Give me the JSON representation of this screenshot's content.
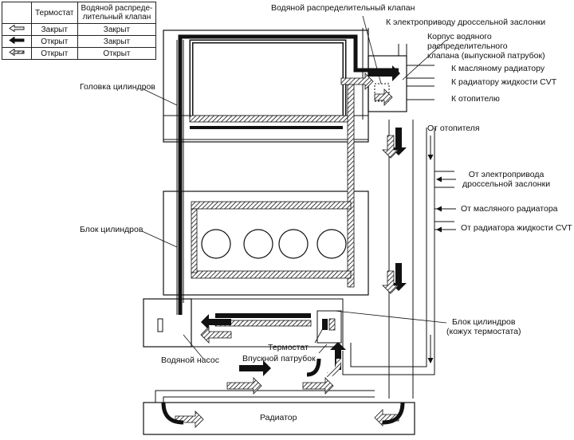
{
  "legend": {
    "headers": [
      "",
      "Термостат",
      "Водяной распреде-\nлительный клапан"
    ],
    "rows": [
      {
        "symbol": "hollow-arrow-icon",
        "thermostat": "Закрыт",
        "valve": "Закрыт"
      },
      {
        "symbol": "solid-arrow-icon",
        "thermostat": "Открыт",
        "valve": "Закрыт"
      },
      {
        "symbol": "hatched-arrow-icon",
        "thermostat": "Открыт",
        "valve": "Открыт"
      }
    ]
  },
  "labels": {
    "valve_top": "Водяной распределительный клапан",
    "to_throttle": "К электроприводу дроссельной заслонки",
    "valve_housing": "Корпус водяного распределительного\nклапана (выпускной патрубок)",
    "to_oil_radiator": "К масляному радиатору",
    "to_cvt_radiator": "К радиатору жидкости CVT",
    "to_heater": "К отопителю",
    "from_heater": "От отопителя",
    "from_throttle": "От электропривода\nдроссельной заслонки",
    "from_oil_radiator": "От масляного радиатора",
    "from_cvt_radiator": "От радиатора жидкости CVT",
    "cylinder_head": "Головка цилиндров",
    "cylinder_block": "Блок цилиндров",
    "block_thermostat": "Блок цилиндров\n(кожух термостата)",
    "thermostat": "Термостат",
    "intake_pipe": "Впускной патрубок",
    "water_pump": "Водяной насос",
    "radiator": "Радиатор"
  },
  "colors": {
    "ink": "#111111",
    "paper": "#ffffff"
  }
}
